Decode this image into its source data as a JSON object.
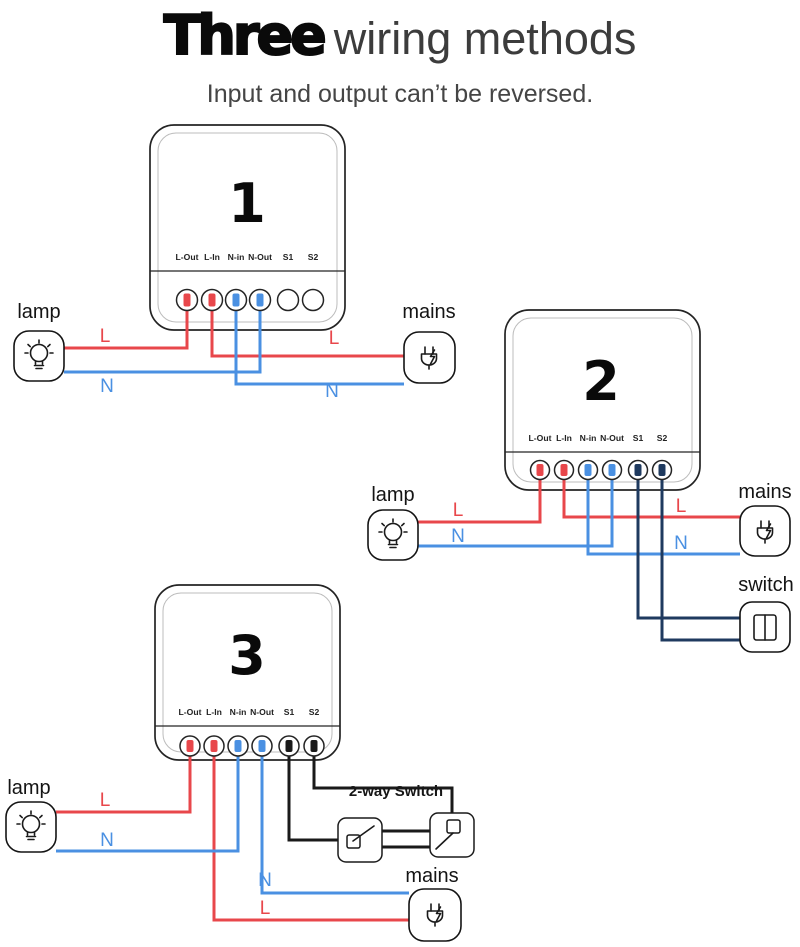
{
  "title": {
    "word1": "Three",
    "word2": "wiring methods"
  },
  "subtitle": "Input and output can’t be reversed.",
  "module": {
    "terminals": [
      "L-Out",
      "L-In",
      "N-in",
      "N-Out",
      "S1",
      "S2"
    ]
  },
  "wire_labels": {
    "live": "L",
    "neutral": "N"
  },
  "labels": {
    "lamp": "lamp",
    "mains": "mains",
    "switch": "switch",
    "two_way_switch": "2-way Switch"
  },
  "diagram_numbers": {
    "one": "1",
    "two": "2",
    "three": "3"
  },
  "colors": {
    "live_wire": "#e8474b",
    "neutral_wire": "#4a90e2",
    "switch_wire": "#1f3a5f",
    "traveler_wire": "#1a1a1a"
  }
}
